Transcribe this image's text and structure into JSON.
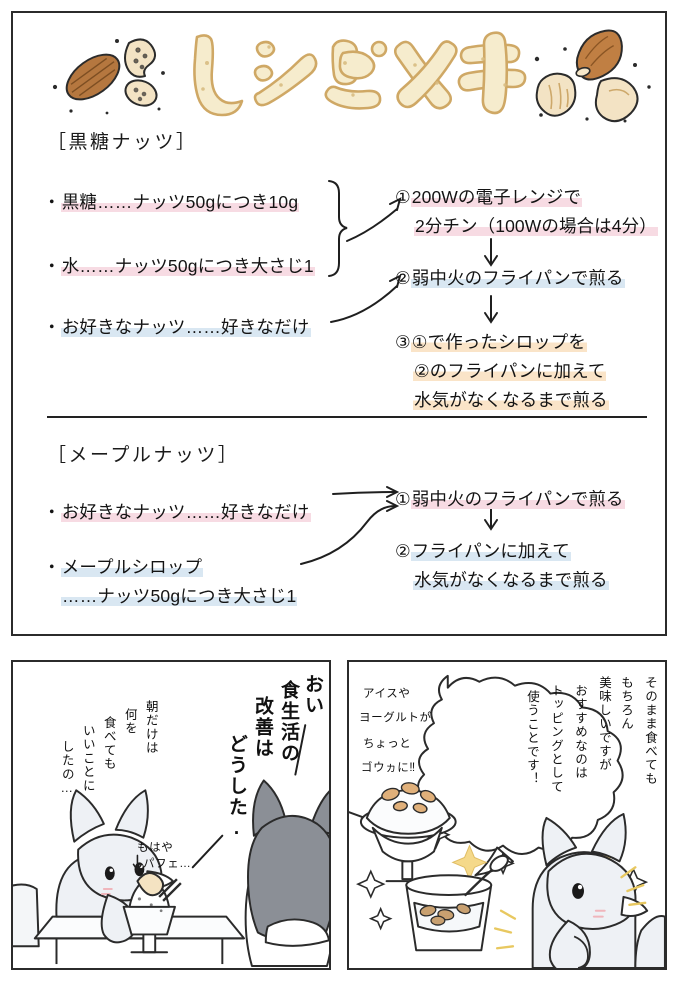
{
  "title": {
    "text": "レシピメモ",
    "decoration": "cookie-letters",
    "left_nuts": [
      "pecan-nut",
      "cashew-nut",
      "almond-piece"
    ],
    "right_nuts": [
      "almond-nut",
      "walnut-nut",
      "cashew-nut"
    ]
  },
  "sections": [
    {
      "id": "kokuto",
      "heading": "［黒糖ナッツ］",
      "ingredients": [
        {
          "bullet": "・",
          "text": "黒糖……ナッツ50gにつき10g",
          "highlight": "pink"
        },
        {
          "bullet": "・",
          "text": "水……ナッツ50gにつき大さじ1",
          "highlight": "pink"
        },
        {
          "bullet": "・",
          "text": "お好きなナッツ……好きなだけ",
          "highlight": "blue"
        }
      ],
      "steps": [
        {
          "number": "①",
          "lines": [
            "200Wの電子レンジで",
            "2分チン（100Wの場合は4分）"
          ],
          "highlight": "pink"
        },
        {
          "number": "②",
          "lines": [
            "弱中火のフライパンで煎る"
          ],
          "highlight": "blue"
        },
        {
          "number": "③",
          "lines": [
            "①で作ったシロップを",
            "②のフライパンに加えて",
            "水気がなくなるまで煎る"
          ],
          "highlight": "cream"
        }
      ]
    },
    {
      "id": "maple",
      "heading": "［メープルナッツ］",
      "ingredients": [
        {
          "bullet": "・",
          "text": "お好きなナッツ……好きなだけ",
          "highlight": "pink"
        },
        {
          "bullet": "・",
          "text": "メープルシロップ",
          "text2": "……ナッツ50gにつき大さじ1",
          "highlight": "blue"
        }
      ],
      "steps": [
        {
          "number": "①",
          "lines": [
            "弱中火のフライパンで煎る"
          ],
          "highlight": "pink"
        },
        {
          "number": "②",
          "lines": [
            "フライパンに加えて",
            "水気がなくなるまで煎る"
          ],
          "highlight": "blue"
        }
      ]
    }
  ],
  "comic": {
    "left_panel": {
      "dialogue_shout": [
        "おい",
        "食生活の",
        "改善は",
        "どうした."
      ],
      "dialogue_reply": [
        "朝だけは",
        "何を",
        "食べても",
        "いいことに",
        "したの…"
      ],
      "annotation": [
        "もはや",
        "パフェ…"
      ],
      "characters": [
        "gray-fox-left",
        "dark-fox-right"
      ],
      "props": [
        "parfait-glass",
        "table",
        "chair"
      ]
    },
    "right_panel": {
      "speech": [
        "そのまま食べても",
        "もちろん",
        "美味しいですが",
        "おすすめなのは",
        "トッピングとして",
        "使うことです！"
      ],
      "annotation": [
        "アイスや",
        "ヨーグルトが",
        "ちょっと",
        "ゴウヵに‼"
      ],
      "characters": [
        "gray-fox-speaker"
      ],
      "props": [
        "ice-cream-parfait",
        "yogurt-cup",
        "sparkles"
      ]
    }
  },
  "colors": {
    "highlight_pink": "#f7dbe3",
    "highlight_blue": "#d9e7f2",
    "highlight_cream": "#fae4c8",
    "ink": "#2b2b2b",
    "cookie_fill": "#f6eccd",
    "cookie_stroke": "#d8b870",
    "nut_brown": "#b5773f",
    "fox_gray": "#dfe4ea",
    "fox_dark": "#8b8f96"
  }
}
